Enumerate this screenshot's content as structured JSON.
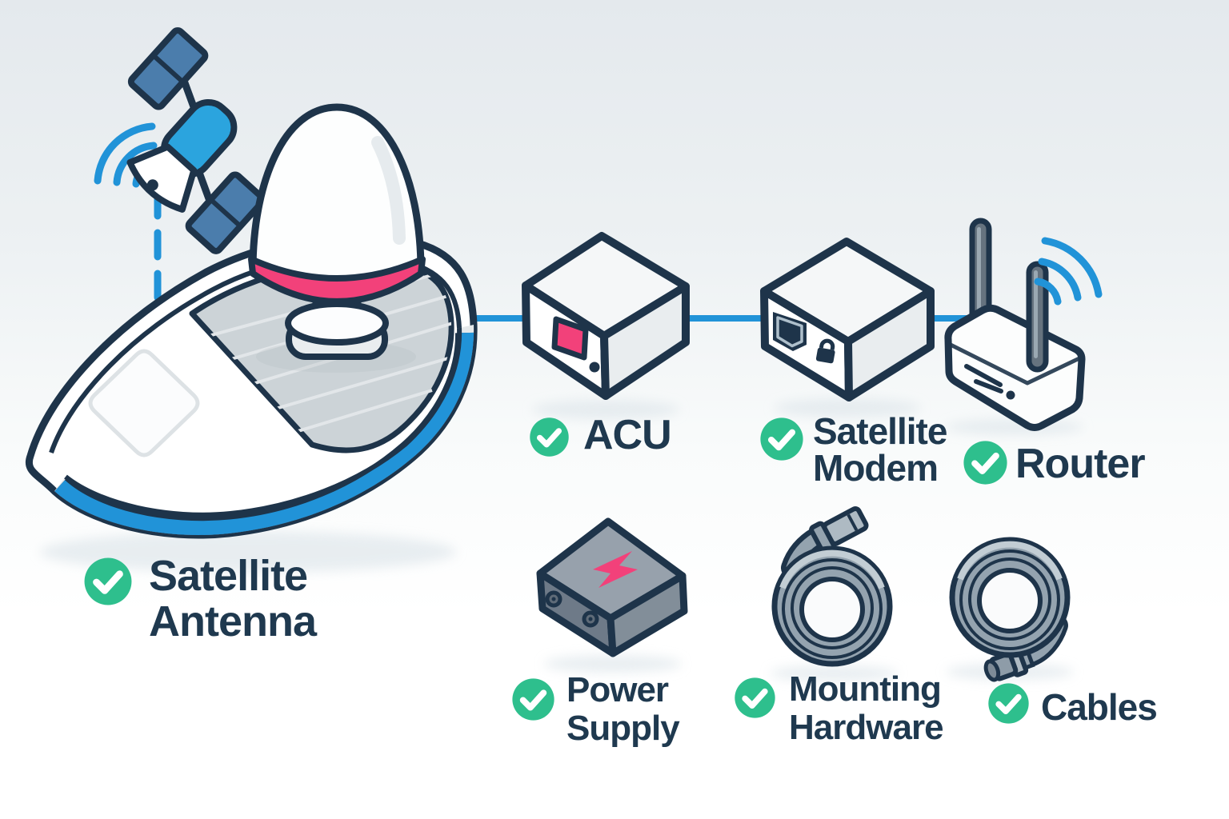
{
  "colors": {
    "navy": "#1e344a",
    "text": "#1f394f",
    "green": "#2ebf8d",
    "blue": "#2193d8",
    "sat_blue": "#2ba4de",
    "pink": "#f2417a",
    "steel": "#4b7dac",
    "deck": "#ccd3d7",
    "hull_shade": "#e5e9eb",
    "gray_top": "#97a1ac",
    "gray_left": "#6e7a88",
    "gray_right": "#828e99",
    "cable": "#94a3af",
    "cable_light": "#c2cdd4",
    "bg_top": "#e4e9ed",
    "bg_bottom": "#ffffff"
  },
  "checklist": {
    "items": [
      {
        "id": "satellite-antenna",
        "label": "Satellite\nAntenna",
        "checked": true
      },
      {
        "id": "acu",
        "label": "ACU",
        "checked": true
      },
      {
        "id": "satellite-modem",
        "label": "Satellite\nModem",
        "checked": true
      },
      {
        "id": "router",
        "label": "Router",
        "checked": true
      },
      {
        "id": "power-supply",
        "label": "Power\nSupply",
        "checked": true
      },
      {
        "id": "mounting-hardware",
        "label": "Mounting\nHardware",
        "checked": true
      },
      {
        "id": "cables",
        "label": "Cables",
        "checked": true
      }
    ]
  },
  "illustration": {
    "elements": [
      "satellite-icon",
      "signal-beam",
      "boat",
      "radome-antenna",
      "connection-line",
      "acu-box",
      "satellite-modem-box",
      "wifi-router",
      "wifi-waves-icon",
      "power-supply-box",
      "mounting-hardware-coil",
      "cable-coil",
      "check-icon"
    ]
  }
}
